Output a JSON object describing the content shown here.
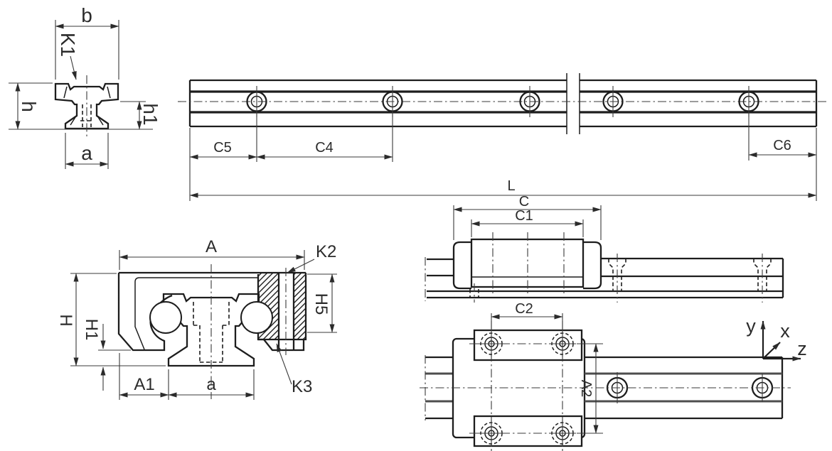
{
  "colors": {
    "line": "#1d1d1d",
    "dimension": "#3a3a3a",
    "groove": "#4d4d4d",
    "background": "#ffffff"
  },
  "labels": {
    "rail_section": {
      "b": "b",
      "k1": "K1",
      "h": "h",
      "h1": "h1",
      "a": "a"
    },
    "rail_side": {
      "c5": "C5",
      "c4": "C4",
      "c6": "C6",
      "l": "L"
    },
    "carriage_section": {
      "A": "A",
      "k2": "K2",
      "h5": "H5",
      "H": "H",
      "h1": "H1",
      "a1": "A1",
      "a": "a",
      "k3": "K3"
    },
    "assembly_side": {
      "c": "C",
      "c1": "C1"
    },
    "assembly_plan": {
      "c2": "C2",
      "a2": "A2"
    },
    "axes": {
      "x": "x",
      "y": "y",
      "z": "z"
    }
  }
}
